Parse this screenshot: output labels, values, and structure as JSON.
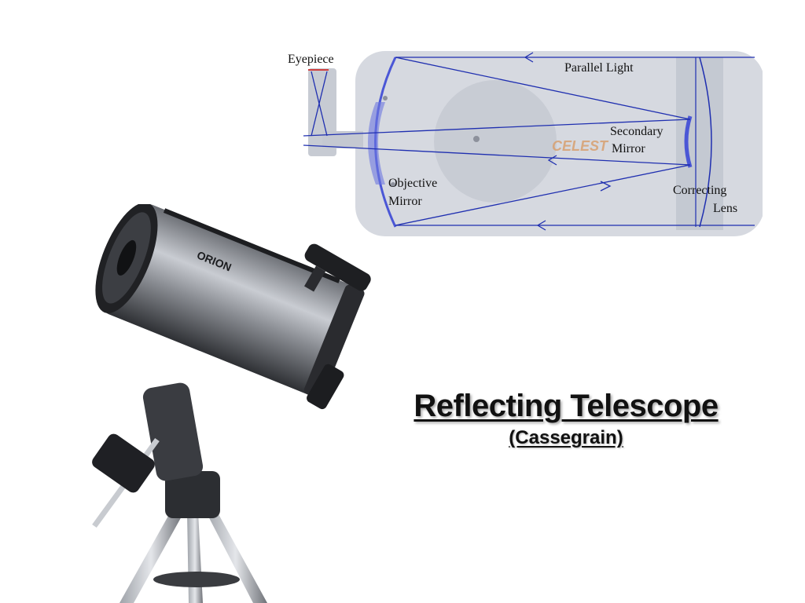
{
  "slide": {
    "title": "Reflecting Telescope",
    "subtitle": "(Cassegrain)"
  },
  "diagram": {
    "labels": {
      "eyepiece": "Eyepiece",
      "parallel_light": "Parallel Light",
      "secondary_mirror_line1": "Secondary",
      "secondary_mirror_line2": "Mirror",
      "objective_mirror_line1": "Objective",
      "objective_mirror_line2": "Mirror",
      "correcting_lens_line1": "Correcting",
      "correcting_lens_line2": "Lens",
      "brand_text": "CELEST"
    },
    "colors": {
      "ray": "#1f2fb0",
      "tube": "#c8ccd6",
      "mirror": "#4b57d6"
    }
  },
  "photo": {
    "brand_text": "ORION",
    "icons": [
      "telescope-illustration"
    ]
  }
}
